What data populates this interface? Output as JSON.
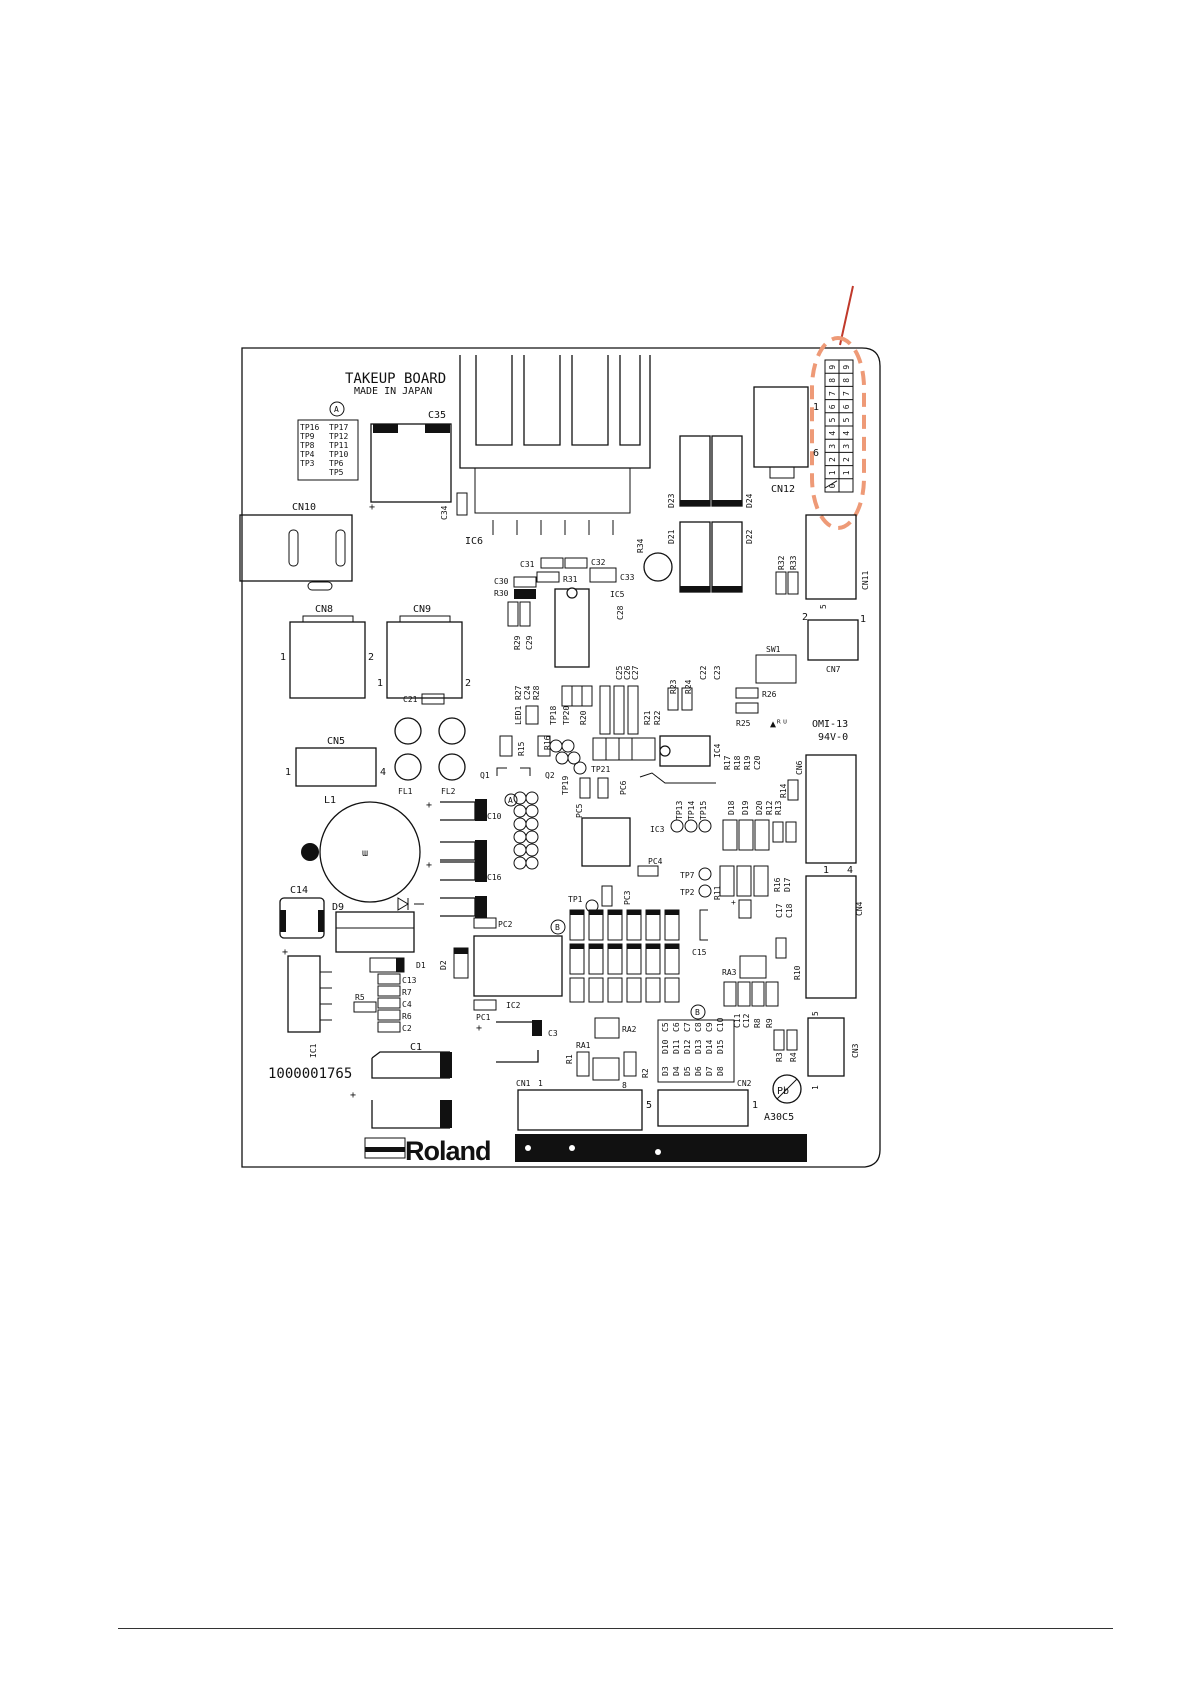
{
  "board": {
    "title": "TAKEUP BOARD",
    "subtitle": "MADE IN JAPAN",
    "part_number": "1000001765",
    "brand": "Roland",
    "cert_mark": "OMI-13",
    "cert_grade": "94V-0",
    "lead_free_mark": "Pb",
    "revision": "A30C5"
  },
  "dip_switch": {
    "top_numbers": [
      "1",
      "2",
      "3",
      "4",
      "5",
      "6",
      "7",
      "8",
      "9"
    ],
    "bottom_numbers": [
      "0",
      "1",
      "2",
      "3",
      "4",
      "5",
      "6",
      "7",
      "8",
      "9"
    ]
  },
  "testpoint_block": {
    "col1": [
      "TP16",
      "TP9",
      "TP8",
      "TP4",
      "TP3"
    ],
    "col2": [
      "TP17",
      "TP12",
      "TP11",
      "TP10",
      "TP6",
      "TP5"
    ],
    "marker": "A"
  },
  "markers": {
    "a": "A",
    "b": "B"
  },
  "labels": {
    "c35": "C35",
    "c34": "C34",
    "ic6": "IC6",
    "cn10": "CN10",
    "cn12": "CN12",
    "d23": "D23",
    "d24": "D24",
    "d21": "D21",
    "d22": "D22",
    "r34": "R34",
    "c31": "C31",
    "c32": "C32",
    "r31": "R31",
    "c33": "C33",
    "c30": "C30",
    "r30": "R30",
    "ic5": "IC5",
    "r29": "R29",
    "c29": "C29",
    "c28": "C28",
    "r32": "R32",
    "r33": "R33",
    "cn11": "CN11",
    "cn8": "CN8",
    "cn9": "CN9",
    "sw1": "SW1",
    "cn7": "CN7",
    "r27": "R27",
    "c24": "C24",
    "r28": "R28",
    "c25": "C25",
    "c26": "C26",
    "c27": "C27",
    "r23": "R23",
    "r24": "R24",
    "c22": "C22",
    "c23": "C23",
    "r26": "R26",
    "r25": "R25",
    "c21": "C21",
    "led1": "LED1",
    "tp18": "TP18",
    "tp20": "TP20",
    "r20": "R20",
    "r21": "R21",
    "r22": "R22",
    "cn5": "CN5",
    "fl1": "FL1",
    "fl2": "FL2",
    "r15": "R15",
    "r16": "R16",
    "tp21": "TP21",
    "ic4": "IC4",
    "r17": "R17",
    "r18": "R18",
    "r19": "R19",
    "c20": "C20",
    "cn6": "CN6",
    "r14": "R14",
    "q1": "Q1",
    "q2": "Q2",
    "tp19": "TP19",
    "pc6": "PC6",
    "pc5": "PC5",
    "tp13": "TP13",
    "tp14": "TP14",
    "tp15": "TP15",
    "d18": "D18",
    "d19": "D19",
    "d20": "D20",
    "r12": "R12",
    "r13": "R13",
    "l1": "L1",
    "c10": "C10",
    "c16": "C16",
    "ic3": "IC3",
    "pc4": "PC4",
    "tp7": "TP7",
    "tp2": "TP2",
    "tp1": "TP1",
    "pc3": "PC3",
    "r11": "R11",
    "r16b": "R16",
    "d17": "D17",
    "c17": "C17",
    "c18": "C18",
    "cn4": "CN4",
    "c14": "C14",
    "d9": "D9",
    "pc2": "PC2",
    "c15": "C15",
    "d1": "D1",
    "d2": "D2",
    "ra3": "RA3",
    "r10": "R10",
    "r5": "R5",
    "c13": "C13",
    "r7": "R7",
    "c4": "C4",
    "r6": "R6",
    "c2": "C2",
    "ic1": "IC1",
    "ic2": "IC2",
    "pc1": "PC1",
    "c3": "C3",
    "ra2": "RA2",
    "c11": "C11",
    "c12": "C12",
    "r8": "R8",
    "r9": "R9",
    "cn3": "CN3",
    "r3": "R3",
    "r4": "R4",
    "c1": "C1",
    "ra1": "RA1",
    "r1": "R1",
    "r2": "R2",
    "cn1": "CN1",
    "cn2": "CN2"
  },
  "diode_array": {
    "rows": [
      [
        "D3",
        "D4",
        "D5",
        "D6",
        "D7",
        "D8"
      ],
      [
        "D10",
        "D11",
        "D12",
        "D13",
        "D14",
        "D15"
      ],
      [
        "C5",
        "C6",
        "C7",
        "C8",
        "C9",
        "C10"
      ]
    ]
  },
  "pin_numbers": {
    "one": "1",
    "two": "2",
    "three": "3",
    "four": "4",
    "five": "5",
    "six": "6",
    "eight": "8",
    "zero": "0"
  },
  "symbols": {
    "plus": "+",
    "dash": "-"
  },
  "colors": {
    "highlight": "#ee9a77",
    "pointer": "#c0392b",
    "ink": "#111111"
  }
}
